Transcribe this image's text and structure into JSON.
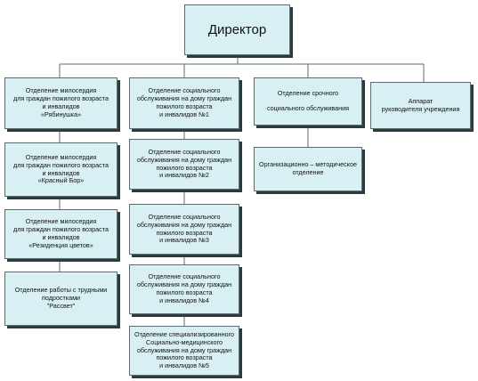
{
  "title": "Директор",
  "departments": {
    "mercy_1": "Отделение милосердия\nдля граждан пожилого возраста\nи инвалидов\n«Рябинушка»",
    "mercy_2": "Отделение милосердия\nдля граждан пожилого возраста\nи инвалидов\n«Красный Бор»",
    "mercy_3": "Отделение милосердия\nдля граждан пожилого возраста\nи инвалидов\n«Резиденция цветов»",
    "teens": "Отделение работы с трудными\nподростками\n\"Рассвет\"",
    "home_1": "Отделение социального\nобслуживания на дому граждан\nпожилого возраста\nи инвалидов №1",
    "home_2": "Отделение социального\nобслуживания на дому граждан\nпожилого возраста\nи инвалидов №2",
    "home_3": "Отделение социального\nобслуживания на дому граждан\nпожилого возраста\nи инвалидов №3",
    "home_4": "Отделение социального\nобслуживания на дому граждан\nпожилого возраста\nи инвалидов №4",
    "home_5": "Отделение специализированного\nСоциально-медицинского\nобслуживания на дому граждан\nпожилого возраста\nи инвалидов №5",
    "urgent": "Отделение срочного\n\nсоциального обслуживания",
    "method": "Организационно – методическое\nотделение",
    "staff": "Аппарат\nруководителя учреждения"
  }
}
